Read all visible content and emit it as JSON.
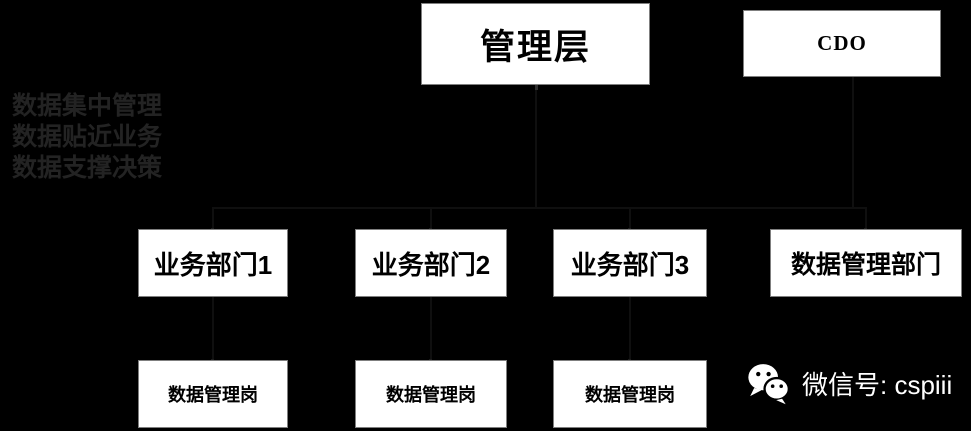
{
  "slogan": {
    "lines": [
      "数据集中管理",
      "数据贴近业务",
      "数据支撑决策"
    ]
  },
  "boxes": {
    "management": {
      "label": "管理层"
    },
    "cdo": {
      "label": "CDO"
    },
    "dept1": {
      "label": "业务部门1"
    },
    "dept2": {
      "label": "业务部门2"
    },
    "dept3": {
      "label": "业务部门3"
    },
    "data_dept": {
      "label": "数据管理部门"
    },
    "post1": {
      "label": "数据管理岗"
    },
    "post2": {
      "label": "数据管理岗"
    },
    "post3": {
      "label": "数据管理岗"
    }
  },
  "watermark": {
    "icon": "wechat-icon",
    "text": "微信号: cspiii"
  },
  "colors": {
    "background": "#000000",
    "box_fill": "#ffffff",
    "box_border": "#7f7f7f",
    "box_text": "#000000",
    "slogan_text": "#232323",
    "watermark_text": "#ffffff",
    "connector": "#0f0f0f"
  }
}
